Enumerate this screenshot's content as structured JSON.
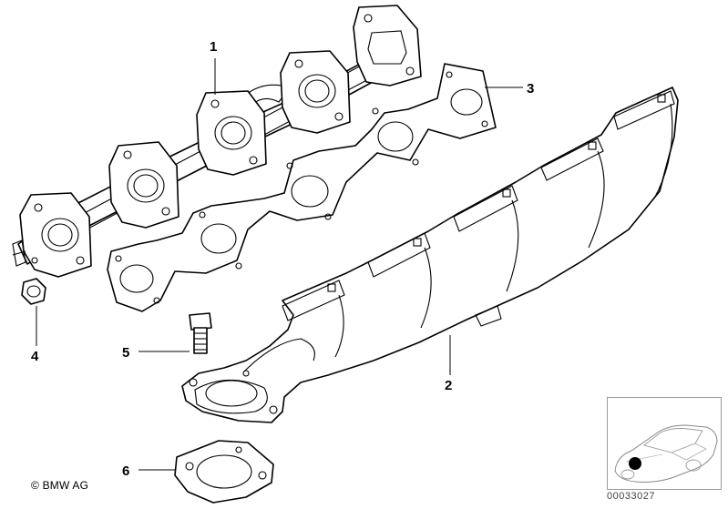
{
  "callouts": {
    "c1": "1",
    "c2": "2",
    "c3": "3",
    "c4": "4",
    "c5": "5",
    "c6": "6"
  },
  "footer": {
    "copyright": "© BMW AG",
    "reference": "00033027"
  },
  "colors": {
    "line": "#000000",
    "background": "#ffffff",
    "thumbnail_border": "#9a9a9a"
  }
}
